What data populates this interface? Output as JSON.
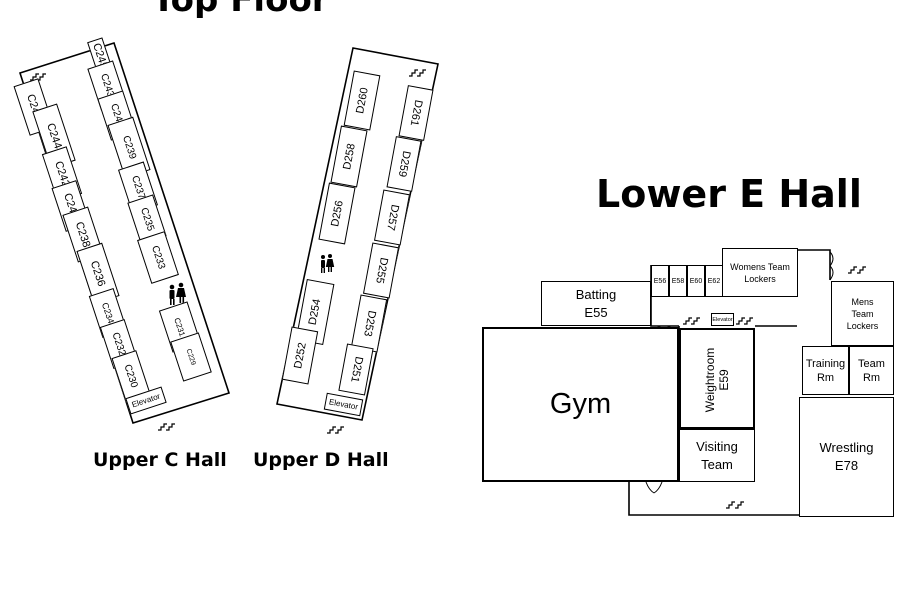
{
  "top_floor": {
    "title": "Top Floor",
    "upper_c_hall": {
      "label": "Upper C Hall",
      "left_rooms": [
        "C246",
        "C244",
        "C242",
        "C240",
        "C238",
        "C236",
        "C234",
        "C232",
        "C230"
      ],
      "right_rooms": [
        "C245",
        "C243",
        "C241",
        "C239",
        "C237",
        "C235",
        "C233"
      ],
      "lower_right_rooms": [
        "C231",
        "C229"
      ],
      "elevator": "Elevator"
    },
    "upper_d_hall": {
      "label": "Upper D Hall",
      "left_rooms": [
        "D260",
        "D258",
        "D256",
        "D254",
        "D252"
      ],
      "right_rooms": [
        "D261",
        "D259",
        "D257",
        "D255",
        "D253",
        "D251"
      ],
      "elevator": "Elevator"
    }
  },
  "lower_e_hall": {
    "title": "Lower E Hall",
    "rooms": {
      "womens_lockers": "Womens Team Lockers",
      "small_rooms": [
        "E56",
        "E58",
        "E60",
        "E62"
      ],
      "batting": "Batting E55",
      "elevator": "Elevator",
      "mens_lockers": "Mens Team Lockers",
      "gym": "Gym",
      "weightroom": "Weightroom E59",
      "training": "Training Rm",
      "team_rm": "Team Rm",
      "visiting": "Visiting Team",
      "wrestling": "Wrestling E78"
    }
  }
}
